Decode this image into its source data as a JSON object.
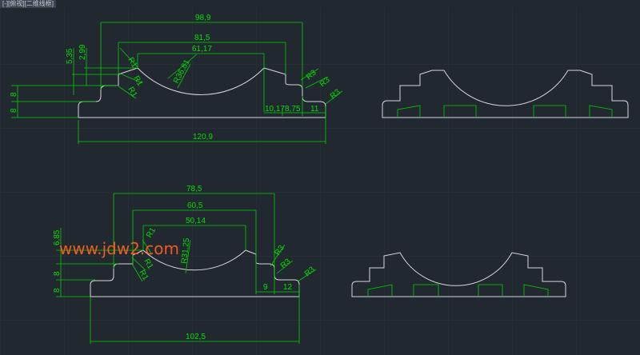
{
  "viewport_label": "[-][俯视][二维线框]",
  "watermark": "www.jdw2.com",
  "colors": {
    "background": "#212830",
    "object": "#d8d8d8",
    "dimension": "#00d000",
    "watermark": "#f05a1e"
  },
  "top_view": {
    "dims": {
      "w98_9": "98,9",
      "w81_5": "81,5",
      "w61_17": "61,17",
      "w120_9": "120,9",
      "w10_17": "10,17",
      "w8_75": "8,75",
      "w11": "11",
      "h8a": "8",
      "h8b": "8",
      "h5_35": "5,35",
      "h2_99": "2,99",
      "r1a": "R1",
      "r1b": "R1",
      "r1c": "R1",
      "r36_81": "R36,81",
      "r3a": "R3",
      "r3b": "R3",
      "r3c": "R3"
    }
  },
  "bottom_view": {
    "dims": {
      "w78_5": "78,5",
      "w60_5": "60,5",
      "w50_14": "50,14",
      "w102_5": "102,5",
      "w9": "9",
      "w12": "12",
      "h8a": "8",
      "h8b": "8",
      "h6_85": "6,85",
      "r1a": "R1",
      "r1b": "R1",
      "r1c": "R1",
      "r31_25": "R31,25",
      "r3a": "R3",
      "r3b": "R3",
      "r3c": "R3"
    }
  }
}
